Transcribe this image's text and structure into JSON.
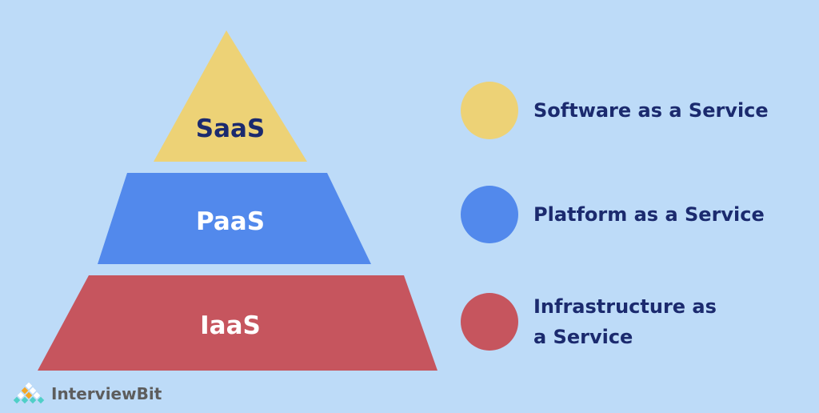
{
  "pyramid": [
    {
      "label": "SaaS",
      "color": "#edd276",
      "text_color": "#1b2a6e"
    },
    {
      "label": "PaaS",
      "color": "#5289ec",
      "text_color": "#ffffff"
    },
    {
      "label": "IaaS",
      "color": "#c6555e",
      "text_color": "#ffffff"
    }
  ],
  "legend": [
    {
      "label": "Software as a Service",
      "color": "#edd276"
    },
    {
      "label": "Platform as a Service",
      "color": "#5289ec"
    },
    {
      "label": "Infrastructure as a Service",
      "color": "#c6555e"
    }
  ],
  "logo": {
    "text": "InterviewBit"
  }
}
